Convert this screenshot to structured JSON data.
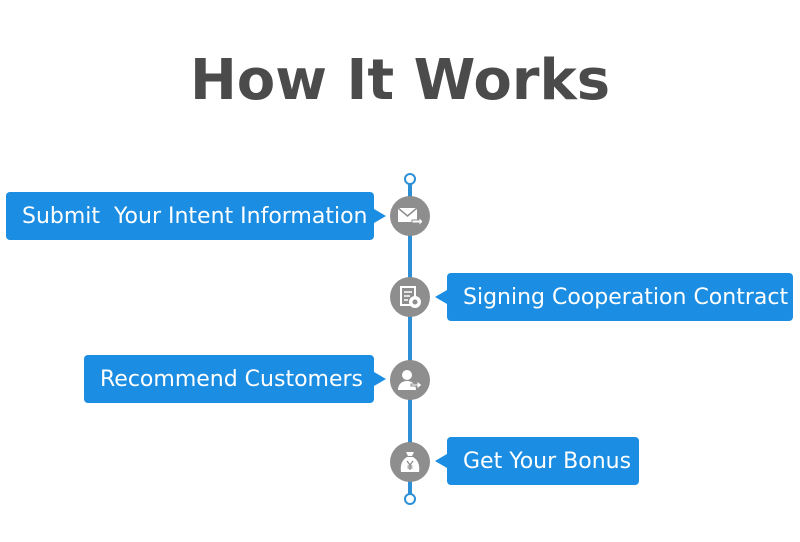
{
  "title": "How It Works",
  "steps": [
    {
      "label": "Submit  Your Intent Information",
      "icon": "envelope-arrow-icon"
    },
    {
      "label": "Signing Cooperation Contract",
      "icon": "contract-icon"
    },
    {
      "label": "Recommend Customers",
      "icon": "user-arrow-icon"
    },
    {
      "label": "Get Your Bonus",
      "icon": "money-bag-icon"
    }
  ],
  "colors": {
    "accent": "#1b8de2",
    "node": "#8e8e8e",
    "title": "#4b4b4b"
  }
}
